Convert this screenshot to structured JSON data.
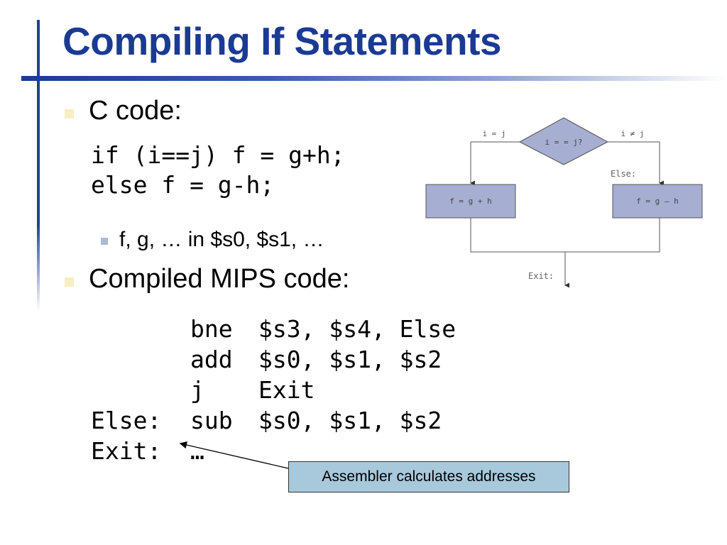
{
  "slide": {
    "title": "Compiling If Statements",
    "bullets": [
      {
        "text": "C code:"
      },
      {
        "text": "Compiled MIPS code:"
      }
    ],
    "c_code": [
      "if (i==j) f = g+h;",
      "else f = g-h;"
    ],
    "sub_bullet": "f, g, … in $s0, $s1, …",
    "mips": [
      {
        "label": "",
        "op": "bne",
        "args": "$s3, $s4, Else"
      },
      {
        "label": "",
        "op": "add",
        "args": "$s0, $s1, $s2"
      },
      {
        "label": "",
        "op": "j",
        "args": "Exit"
      },
      {
        "label": "Else:",
        "op": "sub",
        "args": "$s0, $s1, $s2"
      },
      {
        "label": "Exit:",
        "op": "…",
        "args": ""
      }
    ],
    "callout": "Assembler calculates addresses"
  },
  "flowchart": {
    "decision": "i = = j?",
    "true_label": "i = j",
    "false_label": "i ≠ j",
    "else_label": "Else:",
    "then_box": "f = g + h",
    "else_box": "f = g – h",
    "exit_label": "Exit:"
  },
  "colors": {
    "title": "#1a3a94",
    "bullet_main": "#f7eec2",
    "bullet_sub": "#a9bcd6",
    "flow_fill": "#a6aed2",
    "callout_fill": "#a8c8dc"
  }
}
